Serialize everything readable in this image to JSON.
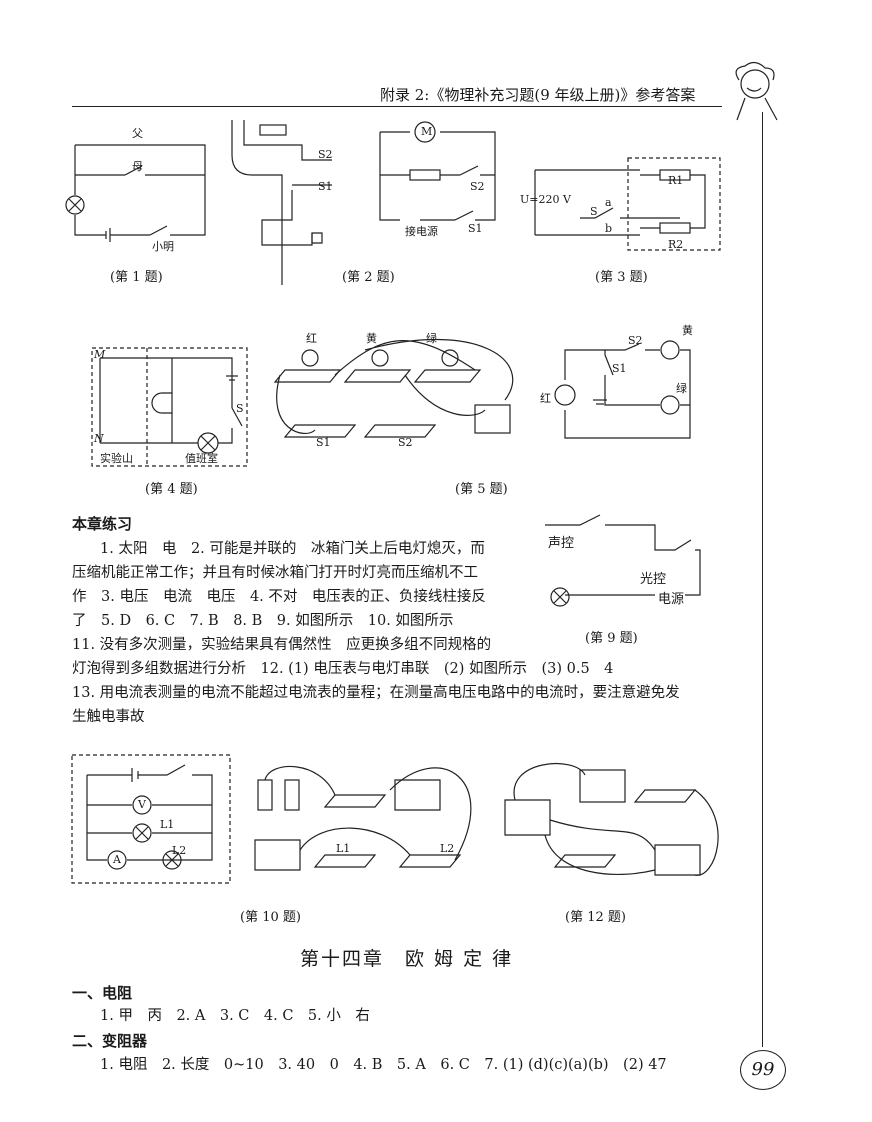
{
  "header": {
    "title": "附录 2:《物理补充习题(9 年级上册)》参考答案"
  },
  "figures": {
    "fig1": {
      "caption": "(第 1 题)",
      "labels": [
        "父",
        "母",
        "小明"
      ]
    },
    "fig2": {
      "caption": "(第 2 题)",
      "labels": [
        "S2",
        "S1"
      ]
    },
    "fig3": {
      "caption": "(第 3 题)",
      "labels": [
        "M",
        "S2",
        "S1",
        "接电源",
        "U=220 V",
        "S",
        "a",
        "b",
        "R1",
        "R2"
      ]
    },
    "fig4": {
      "caption": "(第 4 题)",
      "labels": [
        "M",
        "N",
        "S",
        "实验山",
        "值班室"
      ]
    },
    "fig5": {
      "caption": "(第 5 题)",
      "labels": [
        "红",
        "黄",
        "绿",
        "S1",
        "S2"
      ]
    },
    "fig5b": {
      "labels": [
        "S2",
        "黄",
        "S1",
        "红",
        "绿"
      ]
    },
    "fig9": {
      "caption": "(第 9 题)",
      "labels": [
        "声控",
        "光控",
        "电源"
      ]
    },
    "fig10": {
      "caption": "(第 10 题)",
      "labels": [
        "V",
        "L1",
        "L2",
        "A"
      ]
    },
    "fig10b": {
      "labels": [
        "L1",
        "L2"
      ]
    },
    "fig12": {
      "caption": "(第 12 题)"
    }
  },
  "section": {
    "title": "本章练习",
    "lines": [
      "1. 太阳　电　2. 可能是并联的　冰箱门关上后电灯熄灭，而",
      "压缩机能正常工作；并且有时候冰箱门打开时灯亮而压缩机不工",
      "作　3. 电压　电流　电压　4. 不对　电压表的正、负接线柱接反",
      "了　5. D　6. C　7. B　8. B　9. 如图所示　10. 如图所示",
      "11. 没有多次测量，实验结果具有偶然性　应更换多组不同规格的",
      "灯泡得到多组数据进行分析　12. (1) 电压表与电灯串联　(2) 如图所示　(3) 0.5　4",
      "13. 用电流表测量的电流不能超过电流表的量程；在测量高电压电路中的电流时，要注意避免发",
      "生触电事故"
    ]
  },
  "chapter": {
    "title": "第十四章　欧 姆 定 律"
  },
  "sub1": {
    "title": "一、电阻",
    "answer": "1. 甲　丙　2. A　3. C　4. C　5. 小　右"
  },
  "sub2": {
    "title": "二、变阻器",
    "answer": "1. 电阻　2. 长度　0~10　3. 40　0　4. B　5. A　6. C　7. (1) (d)(c)(a)(b)　(2) 47"
  },
  "page_number": "99"
}
